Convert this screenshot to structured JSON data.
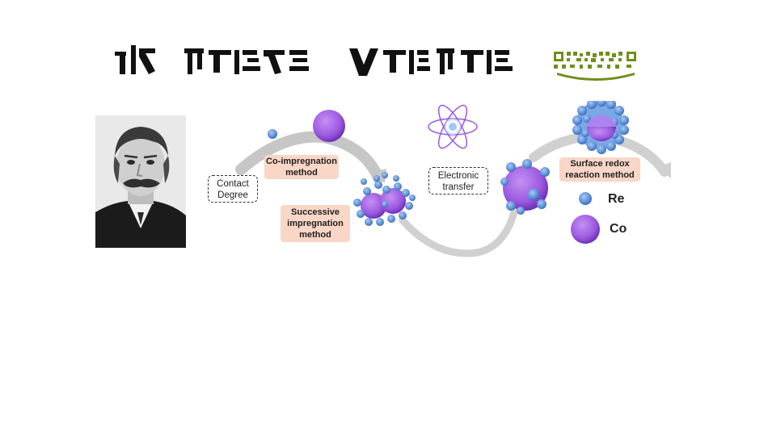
{
  "header": {
    "title_text": "",
    "logo_name": "qr-code-logo"
  },
  "diagram": {
    "co_impregnation_label": "Co-impregnation method",
    "contact_degree_label": "Contact Degree",
    "successive_impregnation_label": "Successive impregnation method",
    "electronic_transfer_label": "Electronic transfer",
    "surface_redox_label": "Surface redox reaction method",
    "legend": [
      {
        "label": "Re",
        "color": "#5b8fd8"
      },
      {
        "label": "Co",
        "color": "#9b59e0"
      }
    ]
  },
  "colors": {
    "re": "#5b8fd8",
    "co": "#9b59e0",
    "label_box": "#f9d6c6",
    "arrow": "#c8c8c8"
  }
}
